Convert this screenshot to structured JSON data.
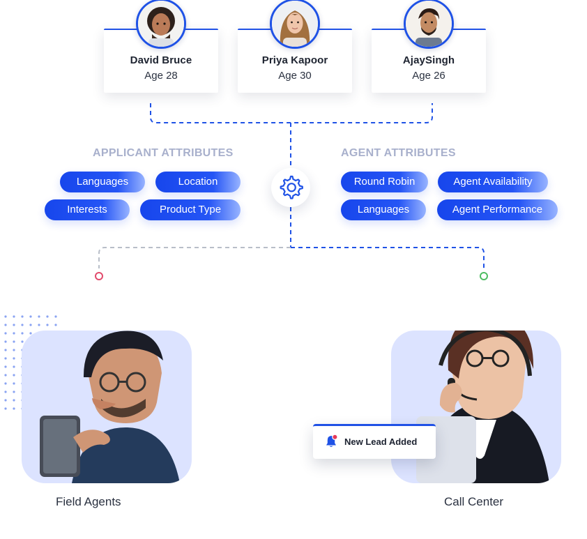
{
  "profiles": [
    {
      "name": "David Bruce",
      "age": "Age 28"
    },
    {
      "name": "Priya Kapoor",
      "age": "Age 30"
    },
    {
      "name": "AjaySingh",
      "age": "Age 26"
    }
  ],
  "attributes": {
    "applicant_title": "APPLICANT ATTRIBUTES",
    "agent_title": "AGENT ATTRIBUTES",
    "applicant": [
      "Languages",
      "Location",
      "Interests",
      "Product Type"
    ],
    "agent": [
      "Round Robin",
      "Agent Availability",
      "Languages",
      "Agent Performance"
    ]
  },
  "channels": {
    "field": "Field Agents",
    "call": "Call Center"
  },
  "notification": {
    "text": "New Lead Added"
  },
  "icons": {
    "hub": "gear-icon",
    "notification": "bell-icon"
  },
  "colors": {
    "primary_blue": "#1f52e6",
    "pill_end": "#97b3ff",
    "section_title": "#a8b0cc",
    "photo_bg": "#dce3ff",
    "field_indicator": "#e24b6c",
    "call_indicator": "#4ebd62"
  }
}
